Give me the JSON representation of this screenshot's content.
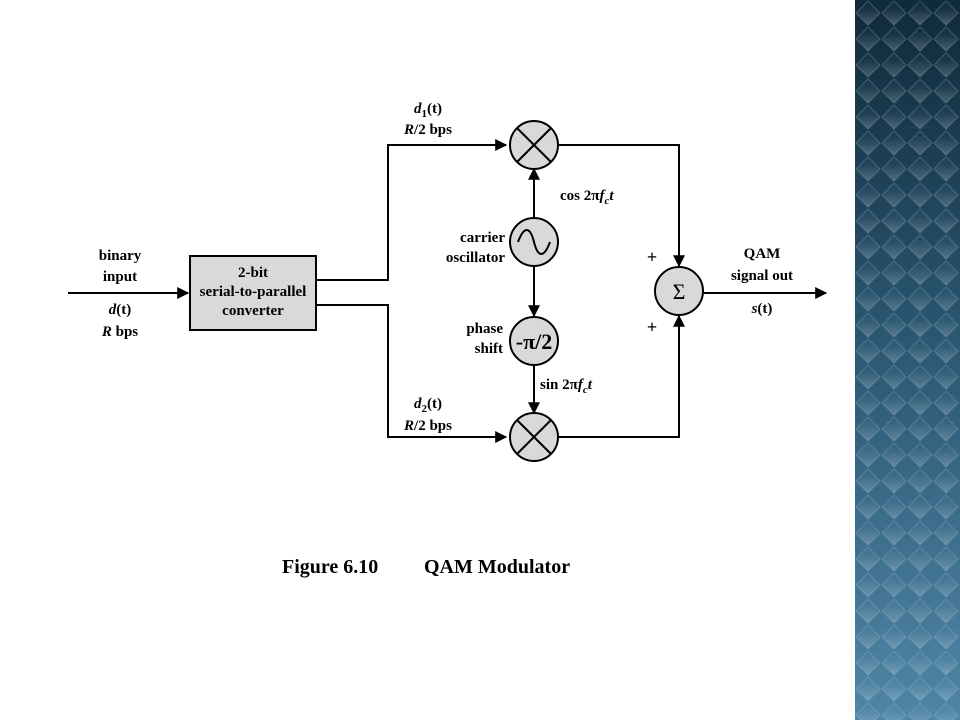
{
  "diagram": {
    "input_label_line1": "binary",
    "input_label_line2": "input",
    "input_signal_d": "d",
    "input_signal_t": "(t)",
    "input_rate_R": "R",
    "input_rate_unit": " bps",
    "converter_line1": "2-bit",
    "converter_line2": "serial-to-parallel",
    "converter_line3": "converter",
    "d1_d": "d",
    "d1_sub": "1",
    "d1_t": "(t)",
    "d1_rate_R": "R",
    "d1_rate_rest": "/2 bps",
    "d2_d": "d",
    "d2_sub": "2",
    "d2_t": "(t)",
    "d2_rate_R": "R",
    "d2_rate_rest": "/2 bps",
    "carrier_line1": "carrier",
    "carrier_line2": "oscillator",
    "cos_pre": "cos 2",
    "pi": "π",
    "f": "f",
    "c_sub": "c",
    "t": "t",
    "sin_pre": "sin 2",
    "phase_line1": "phase",
    "phase_line2": "shift",
    "phase_value": "-π/2",
    "sum_symbol": "Σ",
    "plus_top": "+",
    "plus_bottom": "+",
    "output_line1": "QAM",
    "output_line2": "signal out",
    "output_s": "s",
    "output_t": "(t)"
  },
  "caption": {
    "number": "Figure 6.10",
    "title": "QAM Modulator"
  },
  "colors": {
    "decoration_dark": "#0f2a3a",
    "decoration_light": "#4f86a5",
    "block_fill": "#d9d9d9"
  }
}
